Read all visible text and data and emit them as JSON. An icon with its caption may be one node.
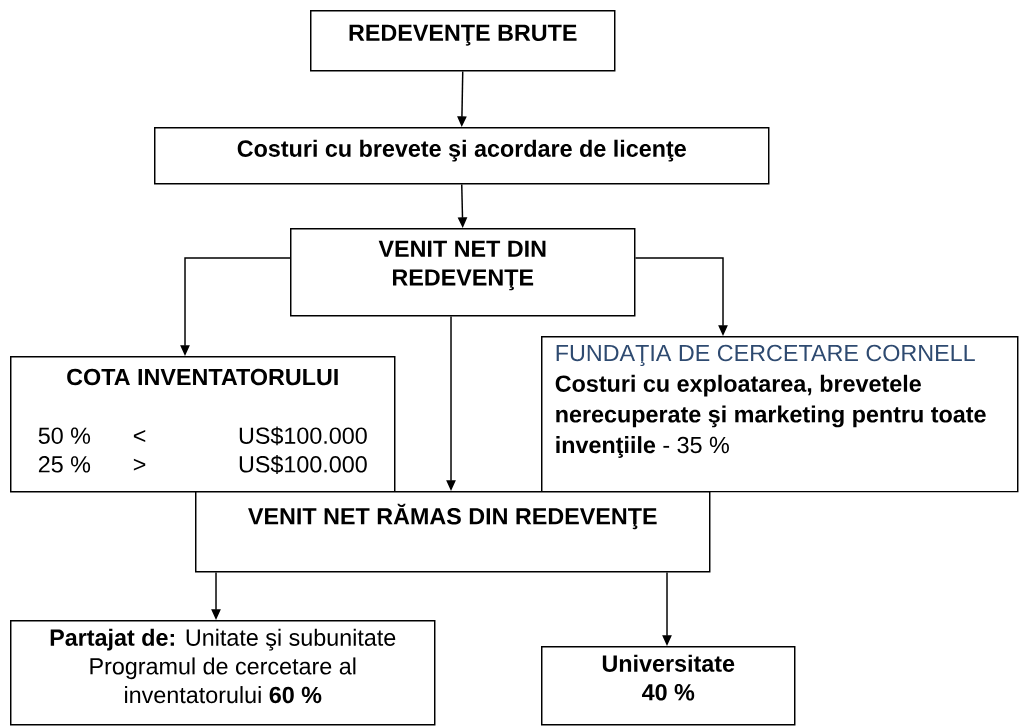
{
  "diagram": {
    "nodes": [
      {
        "text": [
          "REDEVENŢE BRUTE"
        ]
      },
      {
        "text": [
          "Costuri cu brevete şi acordare de licenţe"
        ]
      },
      {
        "text": [
          "VENIT NET DIN REDEVENŢE"
        ]
      },
      {
        "text": [
          "COTA INVENTATORULUI",
          "50 %",
          "<",
          "US$100.000",
          "25 %",
          ">",
          "US$100.000"
        ]
      },
      {
        "text": [
          "FUNDAŢIA DE CERCETARE CORNELL",
          "**Costuri cu exploatarea, brevetele nerecuperate şi marketing pentru toate invenţiile** - 35 %"
        ]
      },
      {
        "text": [
          "VENIT NET RĂMAS DIN REDEVENŢE"
        ]
      },
      {
        "text": [
          "**Partajat de:** Unitate şi subunitate Programul de cercetare al inventatorului **60 %**"
        ]
      },
      {
        "text": [
          "Universitate 40 %"
        ]
      }
    ],
    "edges": [
      {
        "from": 0,
        "to": 1,
        "arrow": "to"
      },
      {
        "from": 1,
        "to": 2,
        "arrow": "to"
      },
      {
        "from": 2,
        "to": 3,
        "arrow": "to"
      },
      {
        "from": 2,
        "to": 5,
        "arrow": "to"
      },
      {
        "from": 2,
        "to": 4,
        "arrow": "to"
      },
      {
        "from": 5,
        "to": 6,
        "arrow": "to"
      },
      {
        "from": 5,
        "to": 7,
        "arrow": "to"
      }
    ]
  }
}
